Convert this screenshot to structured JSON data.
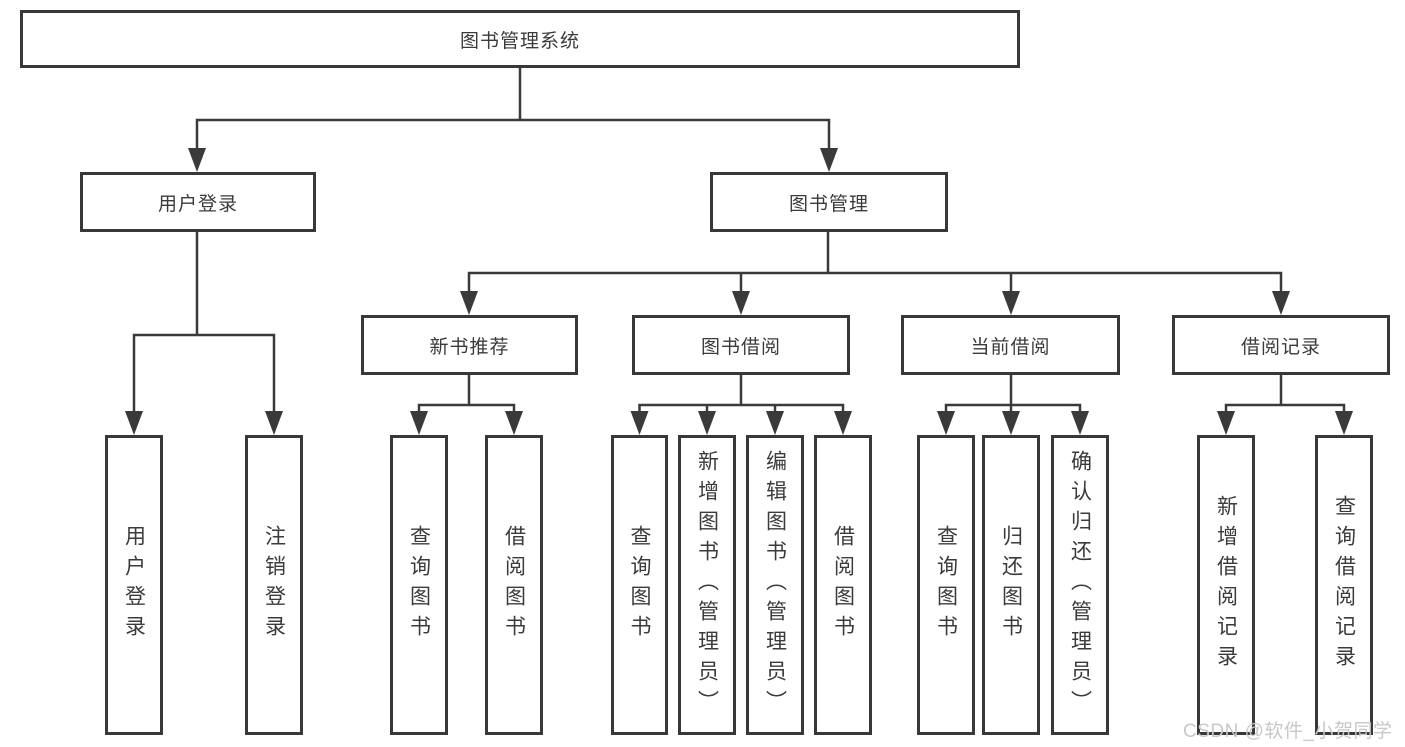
{
  "diagram_title": "图书管理系统",
  "colors": {
    "line": "#3a3a3a",
    "box_border": "#383838",
    "text": "#3b3b3b",
    "watermark": "#c8c8c8",
    "background": "#ffffff"
  },
  "tree": {
    "root": {
      "label": "图书管理系统"
    },
    "branches": [
      {
        "label": "用户登录",
        "children": [
          {
            "label": "用户登录"
          },
          {
            "label": "注销登录"
          }
        ]
      },
      {
        "label": "图书管理",
        "children": [
          {
            "label": "新书推荐",
            "children": [
              {
                "label": "查询图书"
              },
              {
                "label": "借阅图书"
              }
            ]
          },
          {
            "label": "图书借阅",
            "children": [
              {
                "label": "查询图书"
              },
              {
                "label": "新增图书（管理员）"
              },
              {
                "label": "编辑图书（管理员）"
              },
              {
                "label": "借阅图书"
              }
            ]
          },
          {
            "label": "当前借阅",
            "children": [
              {
                "label": "查询图书"
              },
              {
                "label": "归还图书"
              },
              {
                "label": "确认归还（管理员）"
              }
            ]
          },
          {
            "label": "借阅记录",
            "children": [
              {
                "label": "新增借阅记录"
              },
              {
                "label": "查询借阅记录"
              }
            ]
          }
        ]
      }
    ]
  },
  "watermark": {
    "text": "CSDN @软件_小贺同学"
  }
}
